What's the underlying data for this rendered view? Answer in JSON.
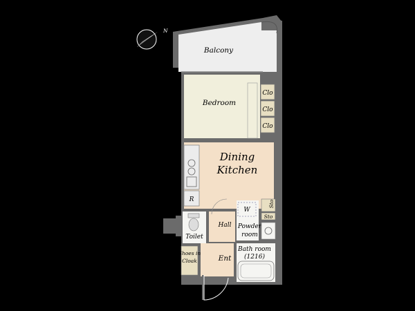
{
  "rooms": {
    "balcony": "Balcony",
    "bedroom": "Bedroom",
    "dining_line1": "Dining",
    "dining_line2": "Kitchen",
    "toilet": "Toilet",
    "hall": "Hall",
    "powder_line1": "Powder",
    "powder_line2": "room",
    "bath_line1": "Bath room",
    "bath_line2": "(1216)",
    "entrance": "Ent",
    "shoes_line1": "Shoes in",
    "shoes_line2": "Cloak"
  },
  "closets": [
    "Clo",
    "Clo",
    "Clo"
  ],
  "fixtures": {
    "refrigerator": "R",
    "washer": "W",
    "storage_1": "Sto",
    "storage_2": "Sto"
  },
  "compass": {
    "label": "N"
  },
  "colors": {
    "background": "#000000",
    "wall": "#6b6b6b",
    "floor_wood": "#f4e0c8",
    "floor_bedroom": "#f1efdc",
    "floor_wet": "#f5f5f2",
    "balcony": "#eeeeee",
    "storage": "#e8dfc2"
  }
}
